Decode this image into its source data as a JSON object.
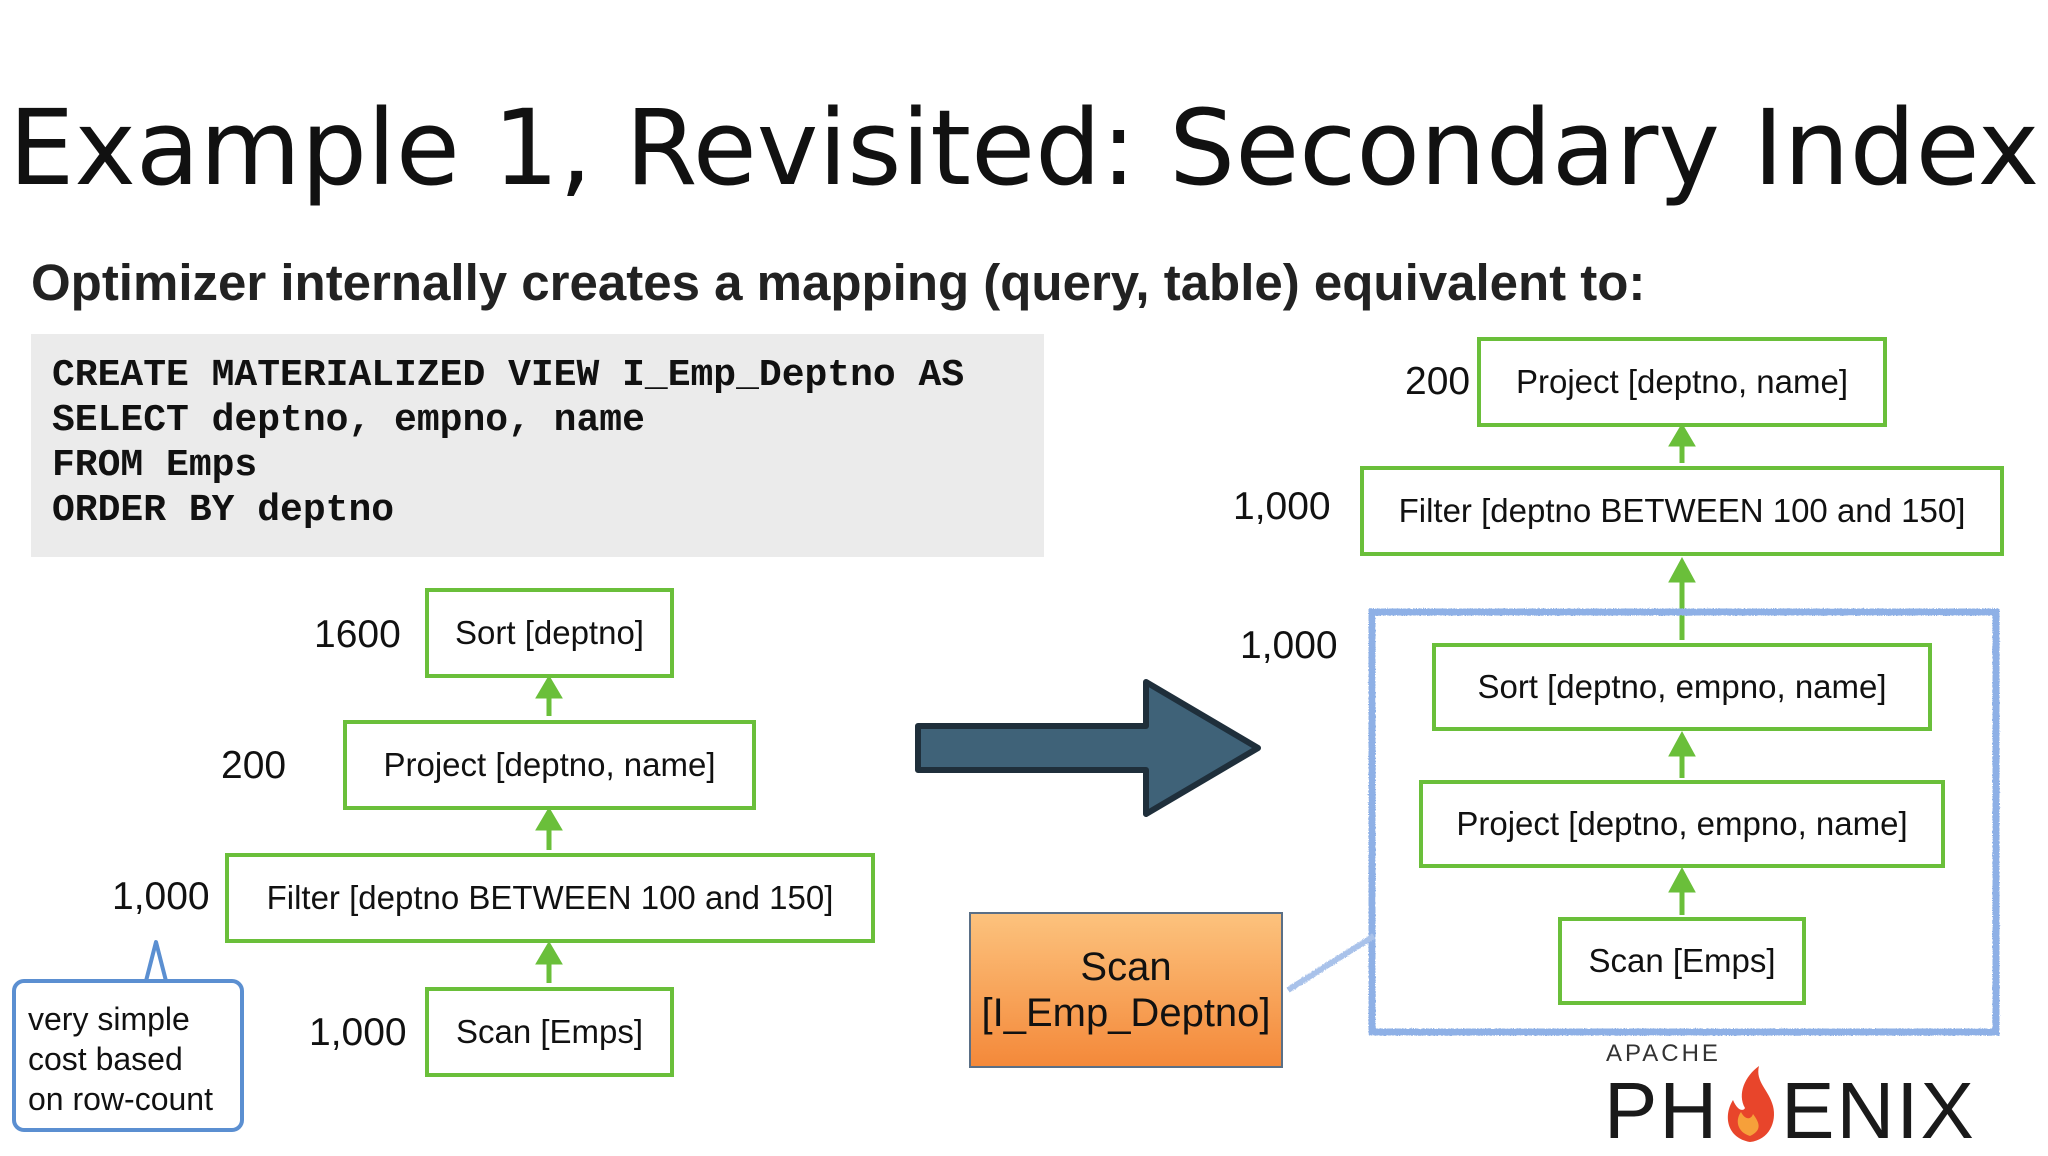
{
  "title": "Example 1, Revisited: Secondary Index",
  "subtitle": "Optimizer internally creates a mapping (query, table) equivalent to:",
  "code_lines": [
    "CREATE MATERIALIZED VIEW I_Emp_Deptno AS",
    "SELECT deptno, empno, name",
    "FROM Emps",
    "ORDER BY deptno"
  ],
  "left_plan": {
    "nodes": [
      {
        "label": "Sort [deptno]",
        "count": "1600"
      },
      {
        "label": "Project [deptno, name]",
        "count": "200"
      },
      {
        "label": "Filter [deptno BETWEEN 100 and 150]",
        "count": "1,000"
      },
      {
        "label": "Scan [Emps]",
        "count": "1,000"
      }
    ]
  },
  "right_plan": {
    "nodes": [
      {
        "label": "Project [deptno, name]",
        "count": "200"
      },
      {
        "label": "Filter [deptno BETWEEN 100 and 150]",
        "count": "1,000"
      },
      {
        "label": "Sort [deptno, empno, name]",
        "count": "1,000"
      },
      {
        "label": "Project [deptno, empno, name]",
        "count": ""
      },
      {
        "label": "Scan [Emps]",
        "count": ""
      }
    ]
  },
  "scan_index": {
    "line1": "Scan",
    "line2": "[I_Emp_Deptno]"
  },
  "callout": {
    "line1": "very simple",
    "line2": "cost based",
    "line3": "on row-count"
  },
  "logo": {
    "apache": "APACHE",
    "name_left": "PH",
    "name_right": "ENIX"
  },
  "colors": {
    "node_border": "#6abf3a",
    "arrow_fill": "#3f6278",
    "group_border": "#8eb0e6",
    "scan_fill": "#f7a45a",
    "callout_border": "#5b8fd1",
    "flame": "#e8452b"
  }
}
